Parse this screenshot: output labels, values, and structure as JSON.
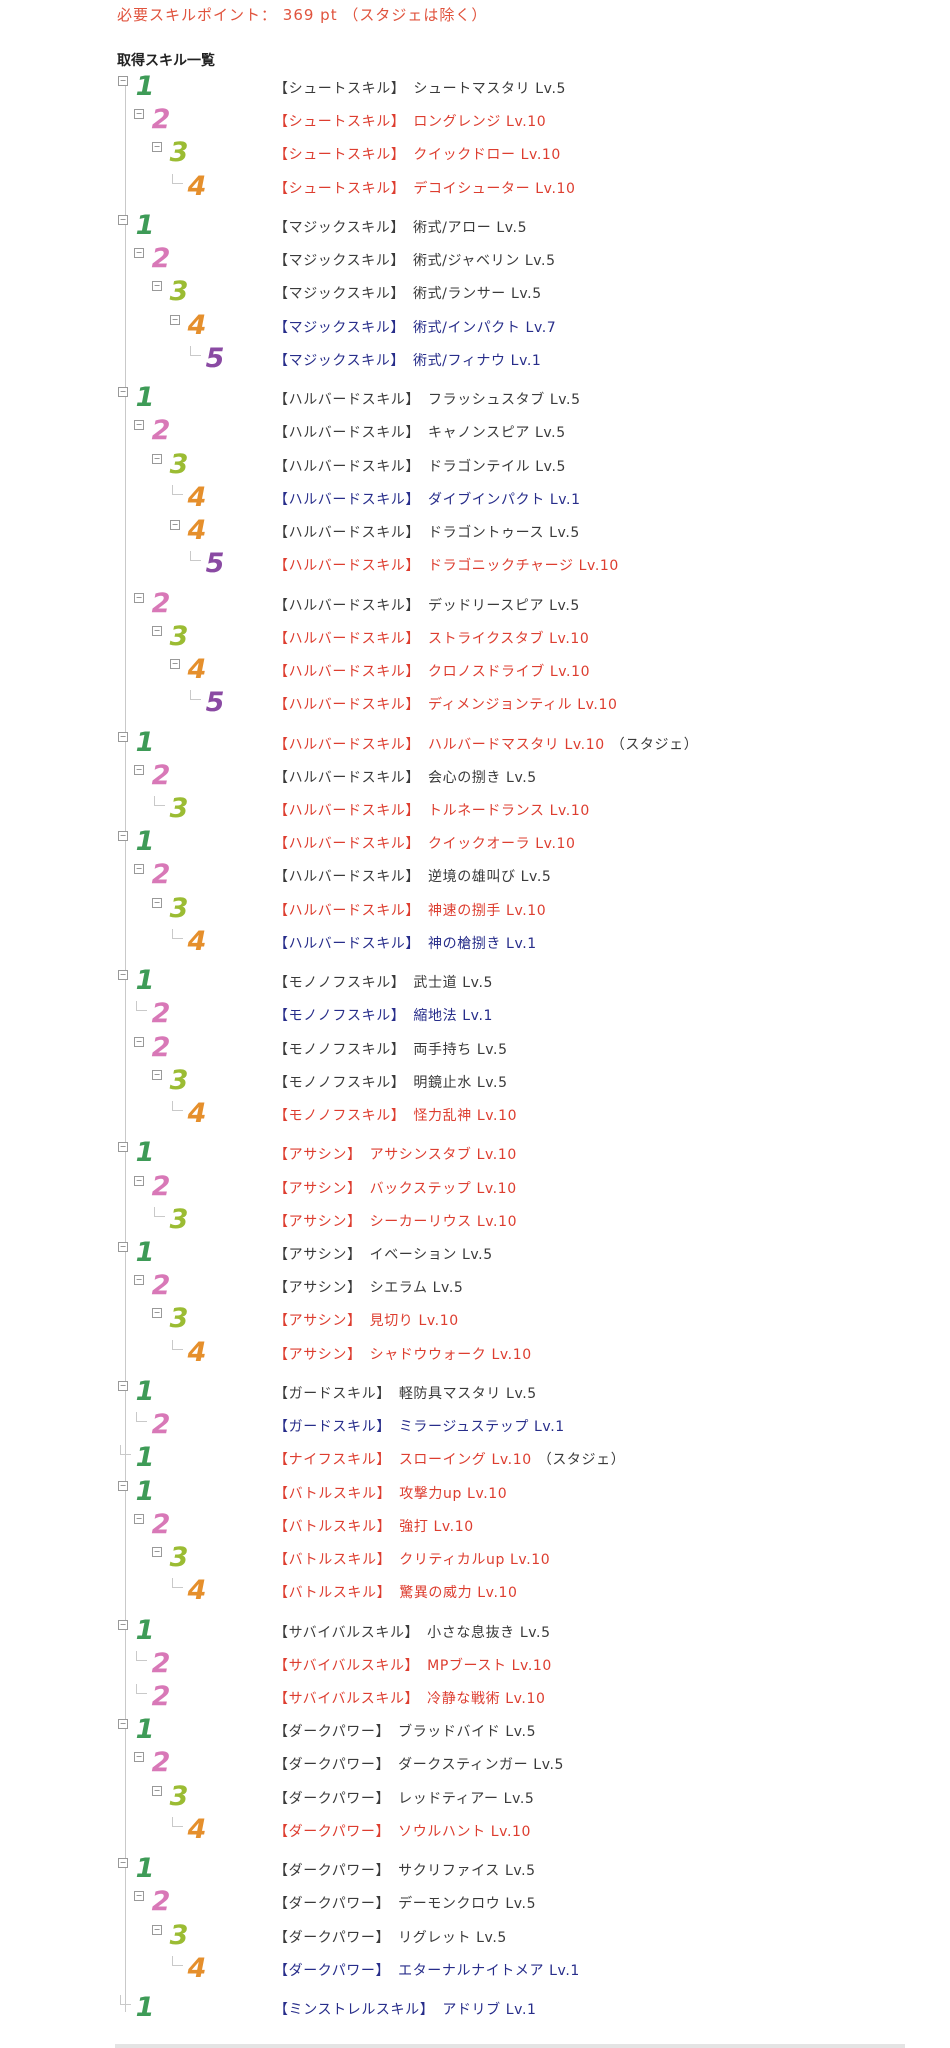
{
  "header": {
    "required_points": "必要スキルポイント： 369 pt （スタジェは除く）",
    "list_title": "取得スキル一覧"
  },
  "skills": [
    {
      "level": 1,
      "category": "【シュートスキル】",
      "name": "シュートマスタリ Lv.5",
      "color": "dark",
      "gap": false
    },
    {
      "level": 2,
      "category": "【シュートスキル】",
      "name": "ロングレンジ Lv.10",
      "color": "red",
      "gap": false
    },
    {
      "level": 3,
      "category": "【シュートスキル】",
      "name": "クイックドロー Lv.10",
      "color": "red",
      "gap": false
    },
    {
      "level": 4,
      "category": "【シュートスキル】",
      "name": "デコイシューター Lv.10",
      "color": "red",
      "gap": false
    },
    {
      "level": 1,
      "category": "【マジックスキル】",
      "name": "術式/アロー Lv.5",
      "color": "dark",
      "gap": true
    },
    {
      "level": 2,
      "category": "【マジックスキル】",
      "name": "術式/ジャベリン Lv.5",
      "color": "dark",
      "gap": false
    },
    {
      "level": 3,
      "category": "【マジックスキル】",
      "name": "術式/ランサー Lv.5",
      "color": "dark",
      "gap": false
    },
    {
      "level": 4,
      "category": "【マジックスキル】",
      "name": "術式/インパクト Lv.7",
      "color": "blue",
      "gap": false
    },
    {
      "level": 5,
      "category": "【マジックスキル】",
      "name": "術式/フィナウ Lv.1",
      "color": "blue",
      "gap": false
    },
    {
      "level": 1,
      "category": "【ハルバードスキル】",
      "name": "フラッシュスタブ Lv.5",
      "color": "dark",
      "gap": true
    },
    {
      "level": 2,
      "category": "【ハルバードスキル】",
      "name": "キャノンスピア Lv.5",
      "color": "dark",
      "gap": false
    },
    {
      "level": 3,
      "category": "【ハルバードスキル】",
      "name": "ドラゴンテイル Lv.5",
      "color": "dark",
      "gap": false
    },
    {
      "level": 4,
      "category": "【ハルバードスキル】",
      "name": "ダイブインパクト Lv.1",
      "color": "blue",
      "gap": false
    },
    {
      "level": 4,
      "category": "【ハルバードスキル】",
      "name": "ドラゴントゥース Lv.5",
      "color": "dark",
      "gap": false
    },
    {
      "level": 5,
      "category": "【ハルバードスキル】",
      "name": "ドラゴニックチャージ Lv.10",
      "color": "red",
      "gap": false
    },
    {
      "level": 2,
      "category": "【ハルバードスキル】",
      "name": "デッドリースピア Lv.5",
      "color": "dark",
      "gap": true
    },
    {
      "level": 3,
      "category": "【ハルバードスキル】",
      "name": "ストライクスタブ Lv.10",
      "color": "red",
      "gap": false
    },
    {
      "level": 4,
      "category": "【ハルバードスキル】",
      "name": "クロノスドライブ Lv.10",
      "color": "red",
      "gap": false
    },
    {
      "level": 5,
      "category": "【ハルバードスキル】",
      "name": "ディメンジョンティル Lv.10",
      "color": "red",
      "gap": false
    },
    {
      "level": 1,
      "category": "【ハルバードスキル】",
      "name": "ハルバードマスタリ Lv.10",
      "color": "red",
      "suffix": "（スタジェ）",
      "gap": true
    },
    {
      "level": 2,
      "category": "【ハルバードスキル】",
      "name": "会心の捌き Lv.5",
      "color": "dark",
      "gap": false
    },
    {
      "level": 3,
      "category": "【ハルバードスキル】",
      "name": "トルネードランス Lv.10",
      "color": "red",
      "gap": false
    },
    {
      "level": 1,
      "category": "【ハルバードスキル】",
      "name": "クイックオーラ Lv.10",
      "color": "red",
      "gap": false
    },
    {
      "level": 2,
      "category": "【ハルバードスキル】",
      "name": "逆境の雄叫び Lv.5",
      "color": "dark",
      "gap": false
    },
    {
      "level": 3,
      "category": "【ハルバードスキル】",
      "name": "神速の捌手 Lv.10",
      "color": "red",
      "gap": false
    },
    {
      "level": 4,
      "category": "【ハルバードスキル】",
      "name": "神の槍捌き Lv.1",
      "color": "blue",
      "gap": false
    },
    {
      "level": 1,
      "category": "【モノノフスキル】",
      "name": "武士道 Lv.5",
      "color": "dark",
      "gap": true
    },
    {
      "level": 2,
      "category": "【モノノフスキル】",
      "name": "縮地法 Lv.1",
      "color": "blue",
      "gap": false
    },
    {
      "level": 2,
      "category": "【モノノフスキル】",
      "name": "両手持ち Lv.5",
      "color": "dark",
      "gap": false
    },
    {
      "level": 3,
      "category": "【モノノフスキル】",
      "name": "明鏡止水 Lv.5",
      "color": "dark",
      "gap": false
    },
    {
      "level": 4,
      "category": "【モノノフスキル】",
      "name": "怪力乱神 Lv.10",
      "color": "red",
      "gap": false
    },
    {
      "level": 1,
      "category": "【アサシン】",
      "name": "アサシンスタブ Lv.10",
      "color": "red",
      "gap": true
    },
    {
      "level": 2,
      "category": "【アサシン】",
      "name": "バックステップ Lv.10",
      "color": "red",
      "gap": false
    },
    {
      "level": 3,
      "category": "【アサシン】",
      "name": "シーカーリウス Lv.10",
      "color": "red",
      "gap": false
    },
    {
      "level": 1,
      "category": "【アサシン】",
      "name": "イベーション Lv.5",
      "color": "dark",
      "gap": false
    },
    {
      "level": 2,
      "category": "【アサシン】",
      "name": "シエラム Lv.5",
      "color": "dark",
      "gap": false
    },
    {
      "level": 3,
      "category": "【アサシン】",
      "name": "見切り Lv.10",
      "color": "red",
      "gap": false
    },
    {
      "level": 4,
      "category": "【アサシン】",
      "name": "シャドウウォーク Lv.10",
      "color": "red",
      "gap": false
    },
    {
      "level": 1,
      "category": "【ガードスキル】",
      "name": "軽防具マスタリ Lv.5",
      "color": "dark",
      "gap": true
    },
    {
      "level": 2,
      "category": "【ガードスキル】",
      "name": "ミラージュステップ Lv.1",
      "color": "blue",
      "gap": false
    },
    {
      "level": 1,
      "category": "【ナイフスキル】",
      "name": "スローイング Lv.10",
      "color": "red",
      "suffix": "（スタジェ）",
      "gap": false
    },
    {
      "level": 1,
      "category": "【バトルスキル】",
      "name": "攻撃力up Lv.10",
      "color": "red",
      "gap": false
    },
    {
      "level": 2,
      "category": "【バトルスキル】",
      "name": "強打 Lv.10",
      "color": "red",
      "gap": false
    },
    {
      "level": 3,
      "category": "【バトルスキル】",
      "name": "クリティカルup Lv.10",
      "color": "red",
      "gap": false
    },
    {
      "level": 4,
      "category": "【バトルスキル】",
      "name": "驚異の威力 Lv.10",
      "color": "red",
      "gap": false
    },
    {
      "level": 1,
      "category": "【サバイバルスキル】",
      "name": "小さな息抜き Lv.5",
      "color": "dark",
      "gap": true
    },
    {
      "level": 2,
      "category": "【サバイバルスキル】",
      "name": "MPブースト Lv.10",
      "color": "red",
      "gap": false
    },
    {
      "level": 2,
      "category": "【サバイバルスキル】",
      "name": "冷静な戦術 Lv.10",
      "color": "red",
      "gap": false
    },
    {
      "level": 1,
      "category": "【ダークパワー】",
      "name": "ブラッドバイド Lv.5",
      "color": "dark",
      "gap": false
    },
    {
      "level": 2,
      "category": "【ダークパワー】",
      "name": "ダークスティンガー Lv.5",
      "color": "dark",
      "gap": false
    },
    {
      "level": 3,
      "category": "【ダークパワー】",
      "name": "レッドティアー Lv.5",
      "color": "dark",
      "gap": false
    },
    {
      "level": 4,
      "category": "【ダークパワー】",
      "name": "ソウルハント Lv.10",
      "color": "red",
      "gap": false
    },
    {
      "level": 1,
      "category": "【ダークパワー】",
      "name": "サクリファイス Lv.5",
      "color": "dark",
      "gap": true
    },
    {
      "level": 2,
      "category": "【ダークパワー】",
      "name": "デーモンクロウ Lv.5",
      "color": "dark",
      "gap": false
    },
    {
      "level": 3,
      "category": "【ダークパワー】",
      "name": "リグレット Lv.5",
      "color": "dark",
      "gap": false
    },
    {
      "level": 4,
      "category": "【ダークパワー】",
      "name": "エターナルナイトメア Lv.1",
      "color": "blue",
      "gap": false
    },
    {
      "level": 1,
      "category": "【ミンストレルスキル】",
      "name": "アドリブ Lv.1",
      "color": "blue",
      "gap": true
    }
  ]
}
